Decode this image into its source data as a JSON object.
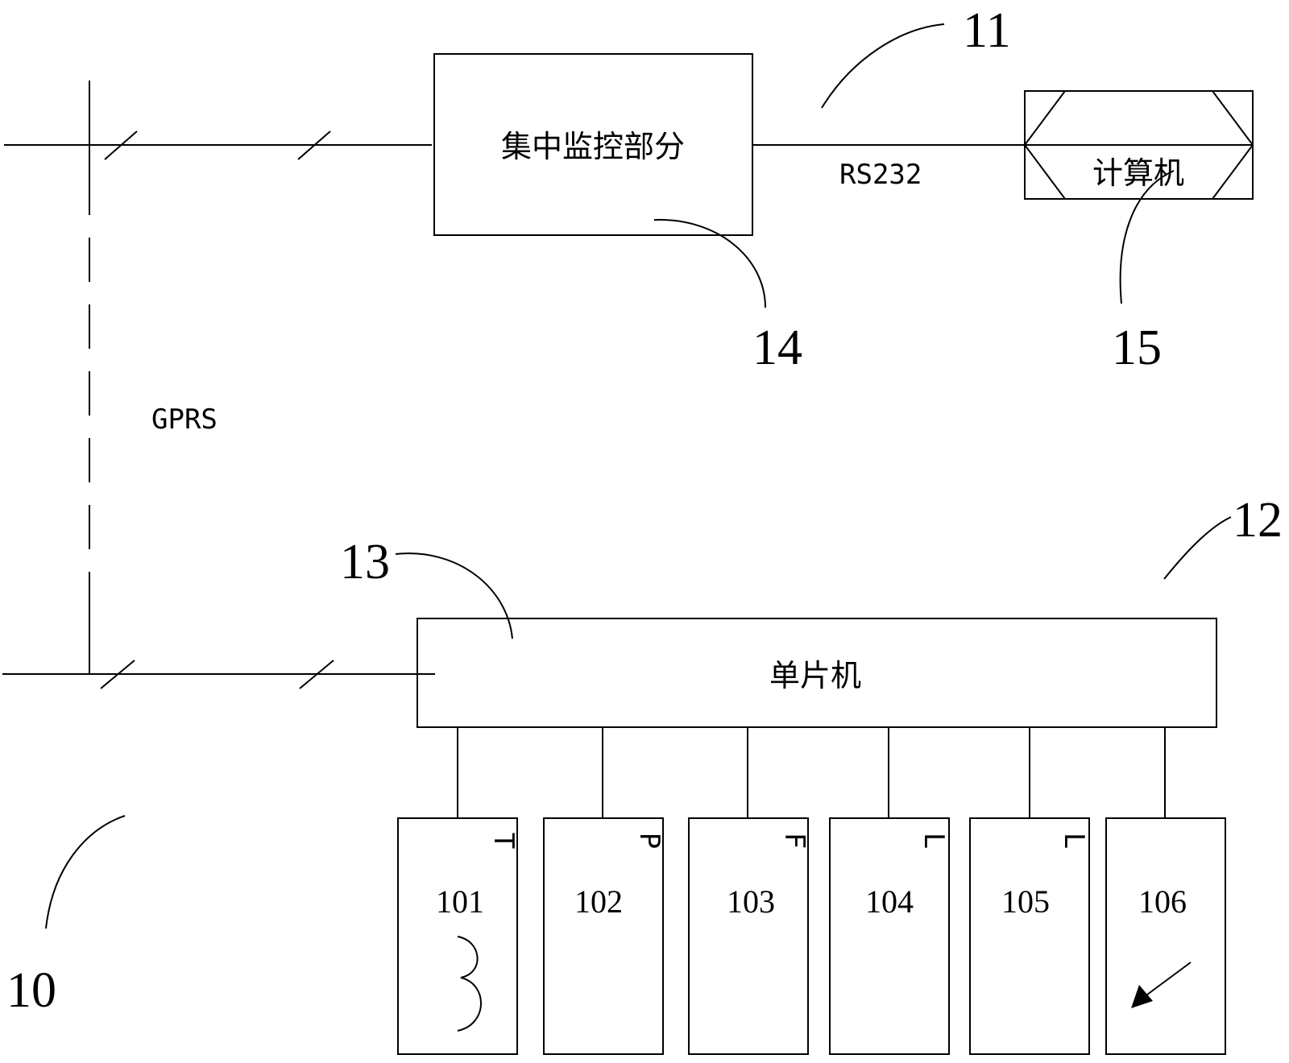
{
  "nodes": {
    "central_monitor": "集中监控部分",
    "computer": "计算机",
    "mcu": "单片机",
    "sensors": [
      {
        "num": "101",
        "letter": "T"
      },
      {
        "num": "102",
        "letter": "P"
      },
      {
        "num": "103",
        "letter": "F"
      },
      {
        "num": "104",
        "letter": "L"
      },
      {
        "num": "105",
        "letter": "L"
      },
      {
        "num": "106",
        "letter": ""
      }
    ]
  },
  "links": {
    "rs232": "RS232",
    "gprs": "GPRS"
  },
  "refs": {
    "r10": "10",
    "r11": "11",
    "r12": "12",
    "r13": "13",
    "r14": "14",
    "r15": "15"
  }
}
